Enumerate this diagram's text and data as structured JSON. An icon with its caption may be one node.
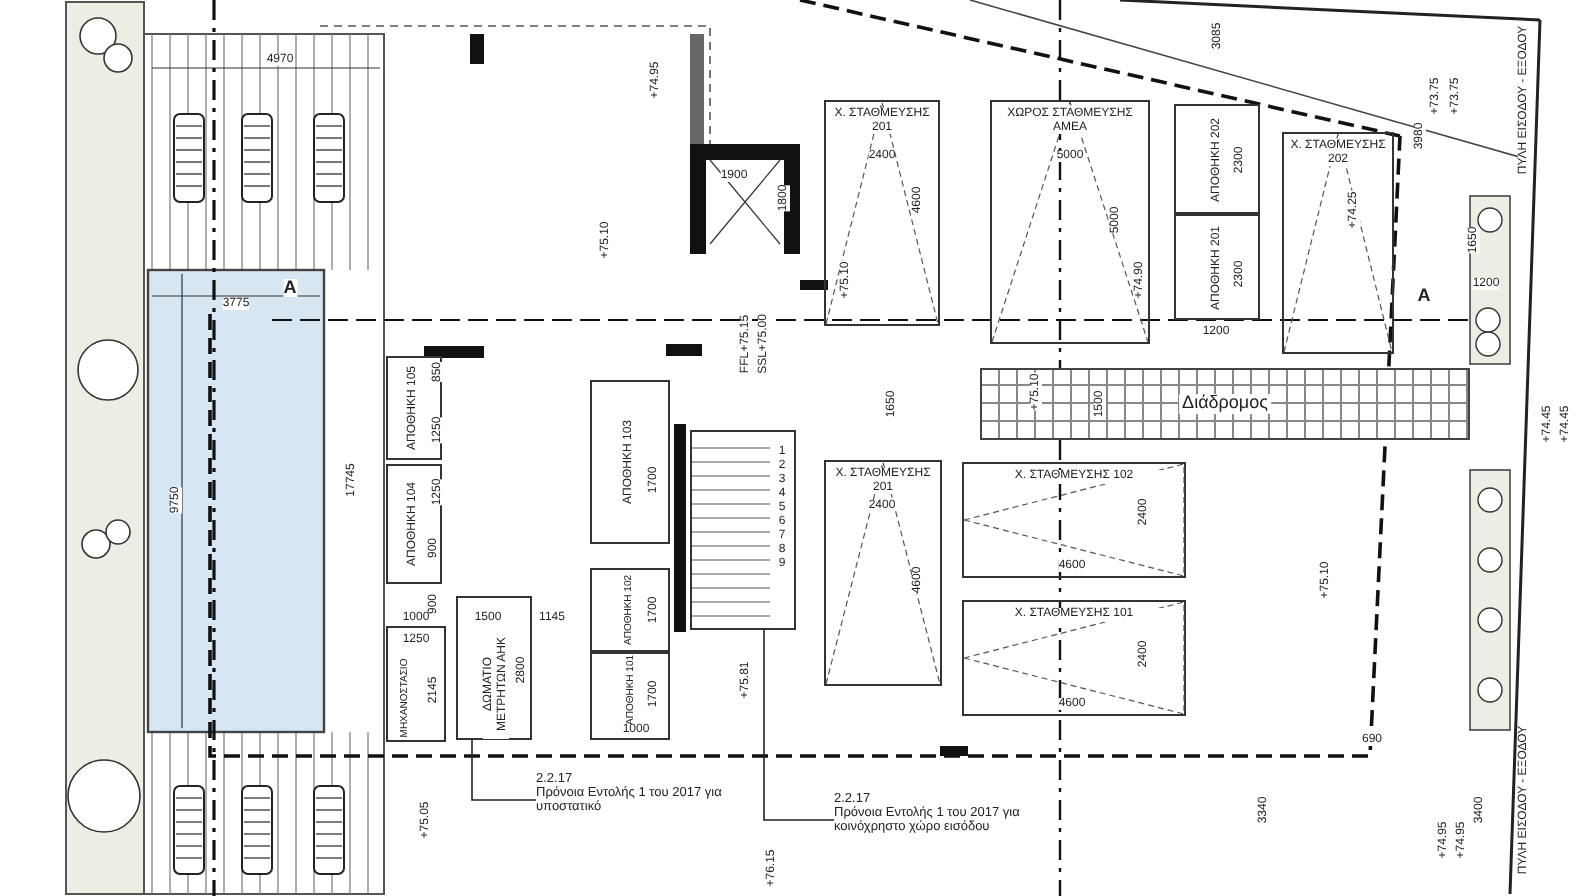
{
  "diagram": {
    "nodes": [
      {
        "text": [
          "Χ. ΣΤΑΘΜΕΥΣΗΣ 201"
        ]
      },
      {
        "text": [
          "ΧΩΡΟΣ ΣΤΑΘΜΕΥΣΗΣ ΑΜΕΑ"
        ]
      },
      {
        "text": [
          "ΑΠΟΘΗΚΗ 202"
        ]
      },
      {
        "text": [
          "ΑΠΟΘΗΚΗ 201"
        ]
      },
      {
        "text": [
          "Χ. ΣΤΑΘΜΕΥΣΗΣ 202"
        ]
      },
      {
        "text": [
          "ΑΠΟΘΗΚΗ 105"
        ]
      },
      {
        "text": [
          "ΑΠΟΘΗΚΗ 104"
        ]
      },
      {
        "text": [
          "Διάδρομος"
        ]
      },
      {
        "text": [
          "ΑΠΟΘΗΚΗ 103"
        ]
      },
      {
        "text": [
          "ΑΠΟΘΗΚΗ 102"
        ]
      },
      {
        "text": [
          "ΑΠΟΘΗΚΗ 101"
        ]
      },
      {
        "text": [
          "ΜΗΧΑΝΟΣΤΑΣΙΟ"
        ]
      },
      {
        "text": [
          "ΔΩΜΑΤΙΟ ΜΕΤΡΗΤΩΝ ΑΗΚ"
        ]
      },
      {
        "text": [
          "Χ. ΣΤΑΘΜΕΥΣΗΣ 201"
        ]
      },
      {
        "text": [
          "Χ. ΣΤΑΘΜΕΥΣΗΣ 102"
        ]
      },
      {
        "text": [
          "Χ. ΣΤΑΘΜΕΥΣΗΣ 101"
        ]
      },
      {
        "text": [],
        "shape": "box"
      },
      {
        "text": [
          "2.2.17",
          "Πρόνοια Εντολής 1 του 2017 για υποστατικό"
        ]
      },
      {
        "text": [
          "2.2.17",
          "Πρόνοια Εντολής 1 του 2017 για κοινόχρηστο χώρο εισόδου"
        ]
      }
    ],
    "edges": [
      {
        "from": 17,
        "to": 12,
        "arrow": "none"
      },
      {
        "from": 18,
        "to": 16,
        "arrow": "none"
      }
    ],
    "labels": [
      "4970",
      "+74.95",
      "3085",
      "+73.75",
      "+73.75",
      "3980",
      "ΠΥΛΗ ΕΙΣΟΔΟΥ - ΕΞΟΔΟΥ",
      "1900",
      "1800",
      "2400",
      "4600",
      "5000",
      "5000",
      "2300",
      "2300",
      "+74.25",
      "1650",
      "1200",
      "+75.10",
      "+75.10",
      "+74.90",
      "3775",
      "A",
      "A",
      "1200",
      "FFL+75.15",
      "SSL+75.00",
      "850",
      "1250",
      "1650",
      "+75.10",
      "1500",
      "+74.45",
      "+74.45",
      "17745",
      "9750",
      "1250",
      "2400",
      "2400",
      "1",
      "2",
      "3",
      "4",
      "5",
      "6",
      "7",
      "8",
      "9",
      "900",
      "4600",
      "4600",
      "+75.10",
      "900",
      "1700",
      "1700",
      "1000",
      "1500",
      "1145",
      "1250",
      "2145",
      "2800",
      "1700",
      "+75.81",
      "2400",
      "1000",
      "4600",
      "690",
      "3340",
      "+75.05",
      "+74.95",
      "+74.95",
      "3400",
      "+76.15",
      "ΠΥΛΗ ΕΙΣΟΔΟΥ - ΕΞΟΔΟΥ"
    ]
  }
}
